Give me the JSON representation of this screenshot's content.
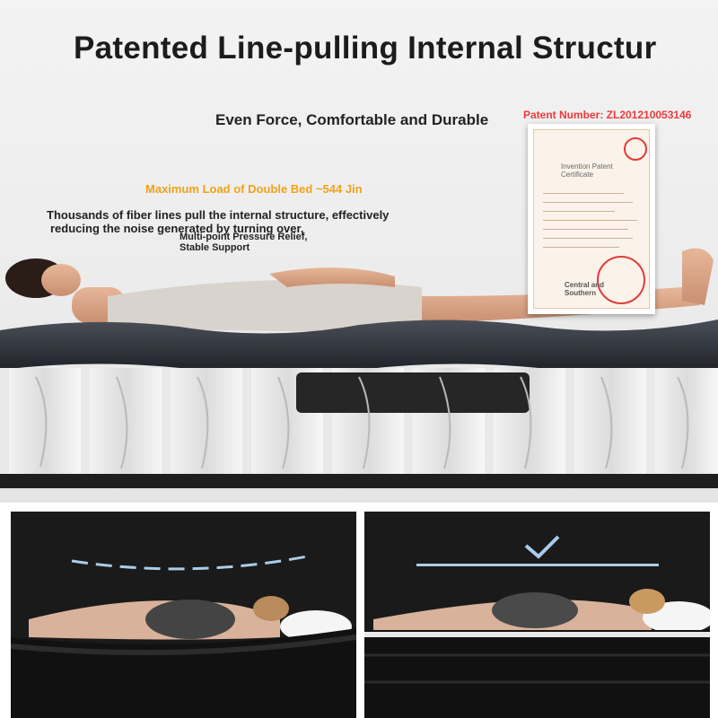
{
  "header": {
    "title": "Patented Line-pulling Internal Structur",
    "subtitle": "Even Force, Comfortable and Durable",
    "patent_number": "Patent Number: ZL201210053146"
  },
  "features": {
    "max_load": "Maximum Load of Double Bed ~544 Jin",
    "description_line1": "Thousands of fiber lines pull the internal structure, effectively",
    "description_line2": "reducing the noise generated by turning over,",
    "pressure_line1": "Multi-point Pressure Relief,",
    "pressure_line2": "Stable Support"
  },
  "certificate": {
    "title_line1": "Invention Patent",
    "title_line2": "Certificate",
    "org_line1": "Central and",
    "org_line2": "Southern"
  },
  "colors": {
    "accent_orange": "#f0a21a",
    "patent_red": "#ee3a3a",
    "check_blue": "#a9cdea"
  },
  "icons": {
    "comparison_good": "check-icon"
  }
}
